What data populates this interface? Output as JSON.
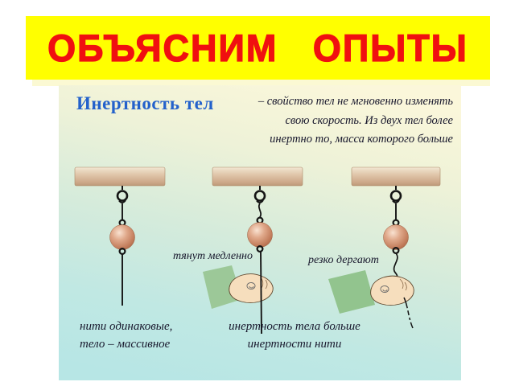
{
  "banner": {
    "title": "ОБЪЯСНИМ   ОПЫТЫ"
  },
  "slide": {
    "heading": "Инертность тел",
    "definition": {
      "lines": [
        "– свойство тел не мгновенно изменять",
        "свою скорость. Из двух тел более",
        "инертно то, масса которого больше"
      ]
    },
    "experiments": {
      "label_pull_slow": "тянут медленно",
      "label_jerk": "резко дергают"
    },
    "captions": {
      "left": [
        "нити одинаковые,",
        "тело – массивное"
      ],
      "middle": [
        "инертность тела больше",
        "инертности нити"
      ]
    }
  },
  "colors": {
    "banner_bg": "#ffff00",
    "title_red": "#f01010",
    "heading_blue": "#2361cb",
    "text_dark": "#17172c",
    "beam_tan": "#d9bd9f",
    "ball_terracotta": "#c9896b",
    "thread_black": "#141414",
    "sleeve_green": "#9cc898",
    "hand_skin": "#f6debd",
    "slide_top": "#fbf7da",
    "slide_bottom": "#b7e6e5"
  }
}
